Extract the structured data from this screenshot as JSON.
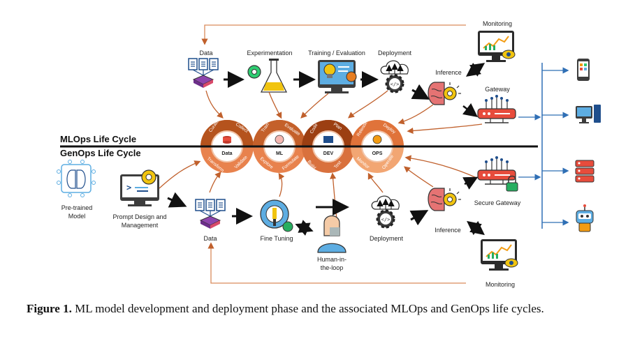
{
  "top_flow": {
    "monitoring": "Monitoring",
    "data": "Data",
    "experimentation": "Experimentation",
    "training": "Training / Evaluation",
    "deployment": "Deployment",
    "inference": "Inference",
    "gateway": "Gateway"
  },
  "lifecycle": {
    "mlops_title": "MLOps Life Cycle",
    "genops_title": "GenOps Life Cycle",
    "gear_data": "Data",
    "gear_ml": "ML",
    "gear_dev": "DEV",
    "gear_ops": "OPS",
    "ring_top": [
      "Curate",
      "Collect",
      "Train",
      "Evaluate",
      "Code",
      "Plan",
      "Release",
      "Deploy"
    ],
    "ring_bottom": [
      "Transform",
      "Validate",
      "Explore",
      "Formulate",
      "Build",
      "Test",
      "Monitor",
      "Operate"
    ]
  },
  "bottom_flow": {
    "pretrained": [
      "Pre-trained",
      "Model"
    ],
    "prompt": [
      "Prompt Design and",
      "Management"
    ],
    "data": "Data",
    "fine_tuning": "Fine Tuning",
    "human": [
      "Human-in-",
      "the-loop"
    ],
    "deployment": "Deployment",
    "inference": "Inference",
    "secure_gateway": "Secure Gateway",
    "monitoring": "Monitoring"
  },
  "endpoints": [
    "phone-icon",
    "desktop-icon",
    "server-icon",
    "robot-icon"
  ],
  "caption": {
    "label": "Figure 1.",
    "text": " ML model development and deployment phase and the associated MLOps and GenOps life cycles."
  },
  "colors": {
    "orange_dark": "#b5531d",
    "orange": "#e0733a",
    "orange_light": "#f2a673",
    "blue": "#2f6fb5",
    "arrow_orange": "#d98a5a"
  }
}
